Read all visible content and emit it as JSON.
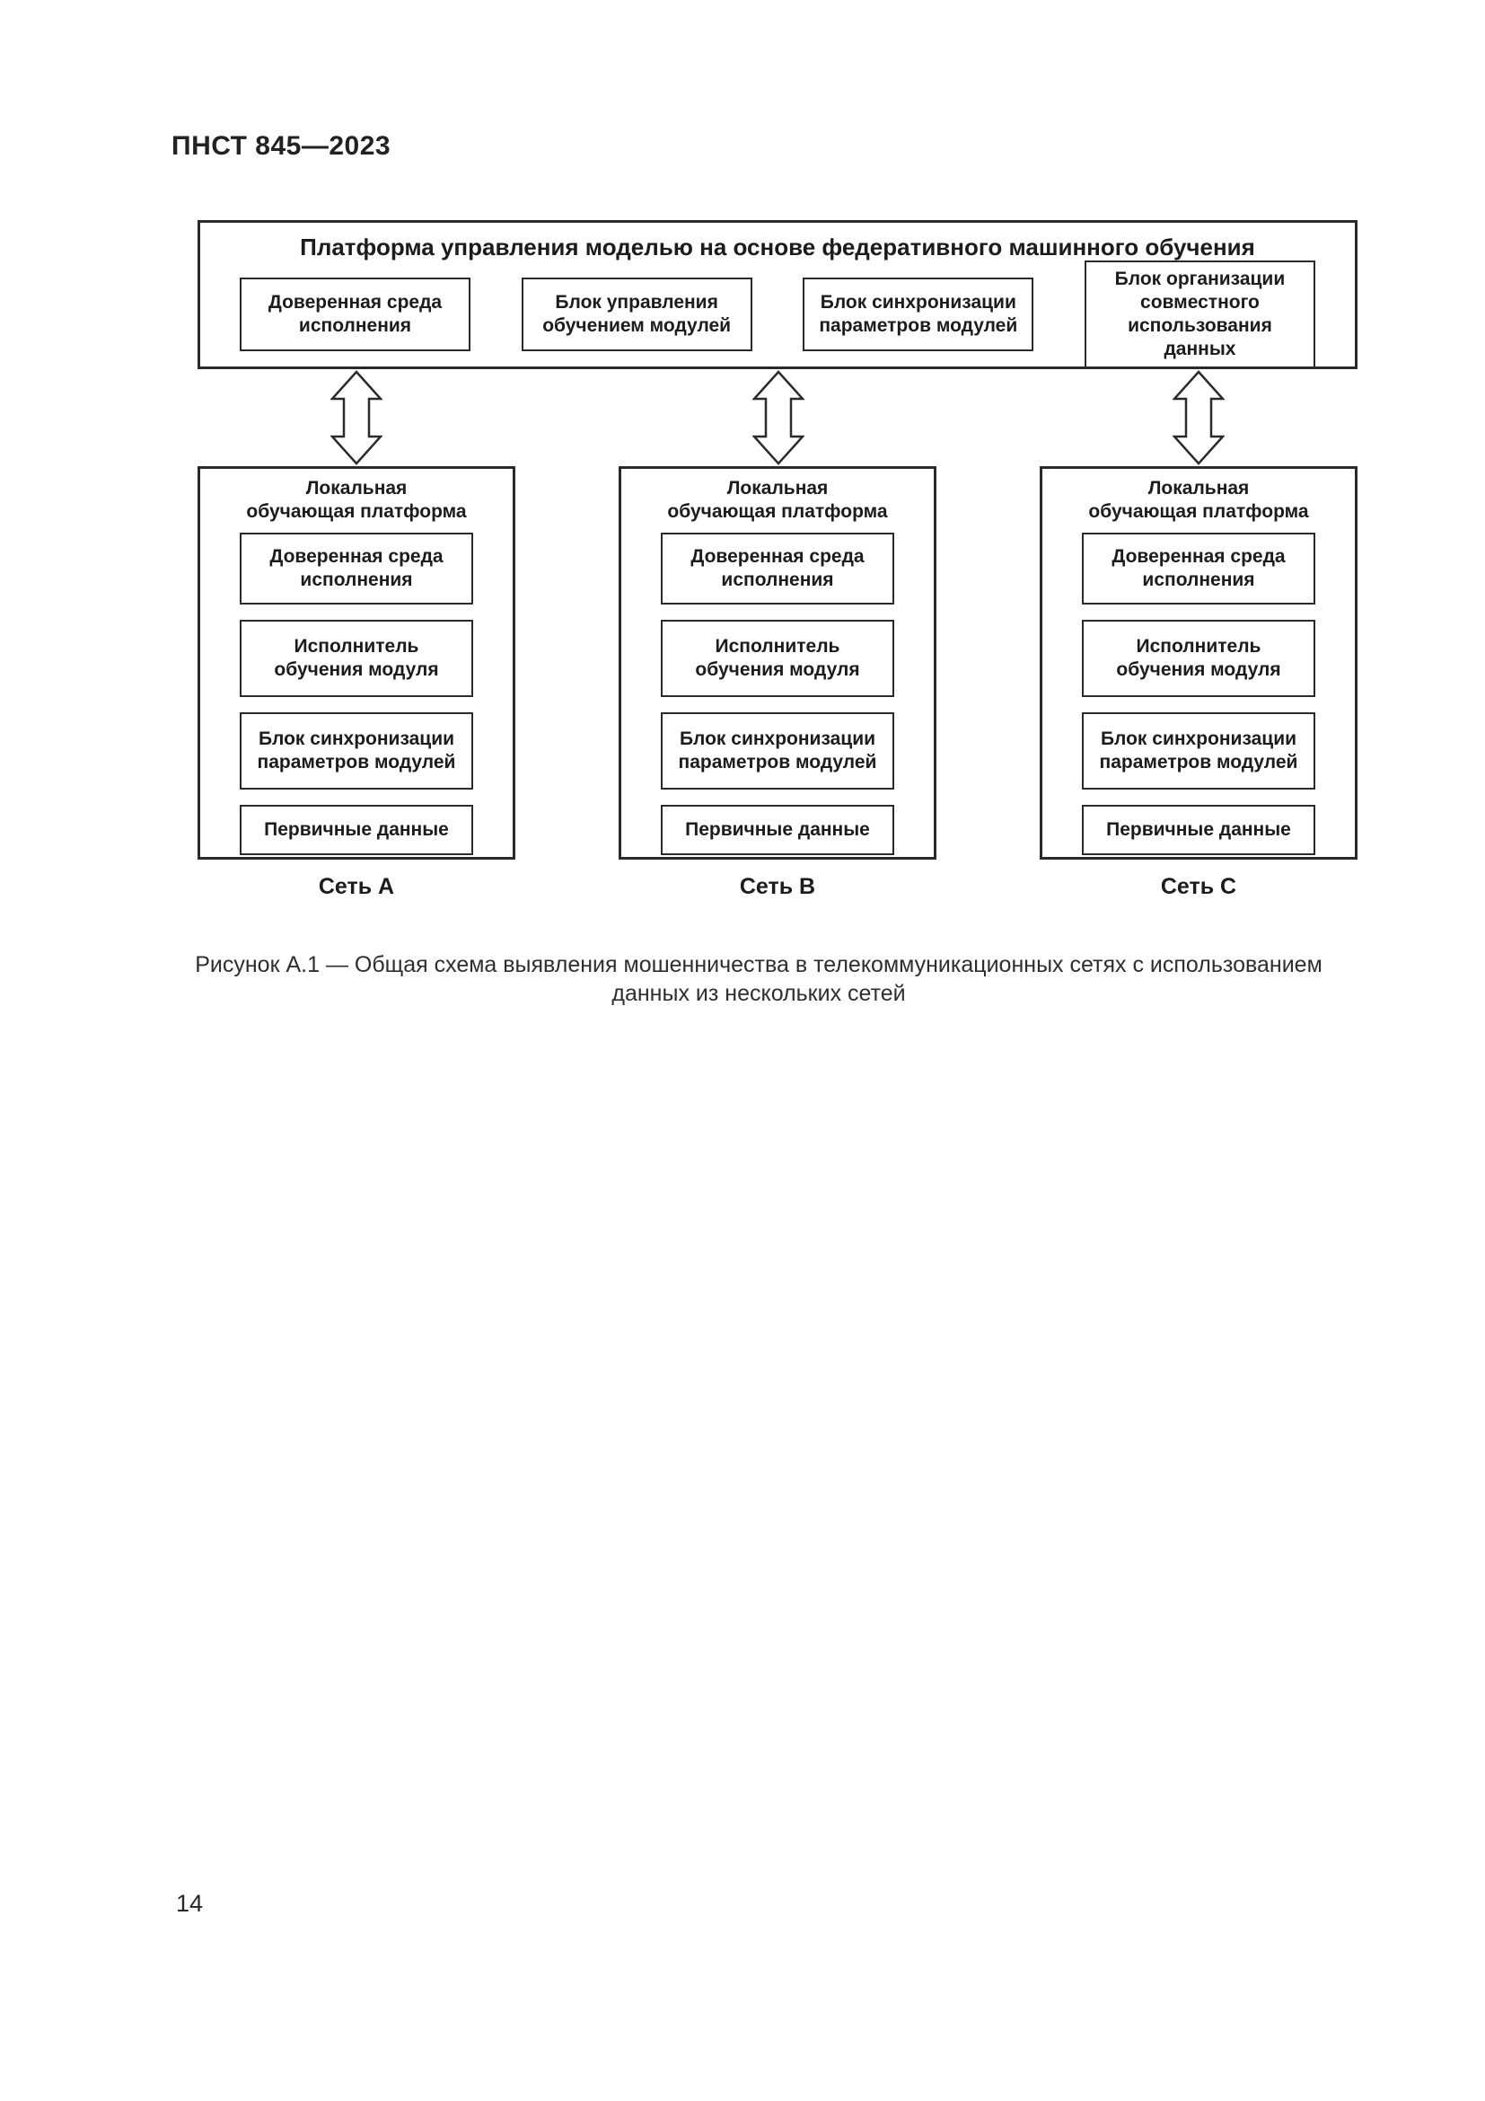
{
  "colors": {
    "background": "#ffffff",
    "ink": "#1f1f1f",
    "border": "#2a2a2a"
  },
  "icons": {
    "connector": "double-arrow-vertical-icon"
  },
  "page": {
    "header": "ПНСТ 845—2023",
    "page_number": "14",
    "caption": "Рисунок А.1 — Общая схема выявления мошенничества в телекоммуникационных сетях с использованием\nданных из нескольких сетей"
  },
  "diagram": {
    "platform": {
      "title": "Платформа управления моделью на основе федеративного машинного обучения",
      "modules": [
        "Доверенная среда\nисполнения",
        "Блок управления\nобучением модулей",
        "Блок синхронизации\nпараметров модулей",
        "Блок организации\nсовместного\nиспользования данных"
      ]
    },
    "local_platforms": [
      {
        "title": "Локальная\nобучающая платформа",
        "modules": [
          "Доверенная среда\nисполнения",
          "Исполнитель\nобучения модуля",
          "Блок синхронизации\nпараметров модулей",
          "Первичные данные"
        ],
        "network": "Сеть A"
      },
      {
        "title": "Локальная\nобучающая платформа",
        "modules": [
          "Доверенная среда\nисполнения",
          "Исполнитель\nобучения модуля",
          "Блок синхронизации\nпараметров модулей",
          "Первичные данные"
        ],
        "network": "Сеть B"
      },
      {
        "title": "Локальная\nобучающая платформа",
        "modules": [
          "Доверенная среда\nисполнения",
          "Исполнитель\nобучения модуля",
          "Блок синхронизации\nпараметров модулей",
          "Первичные данные"
        ],
        "network": "Сеть C"
      }
    ]
  }
}
